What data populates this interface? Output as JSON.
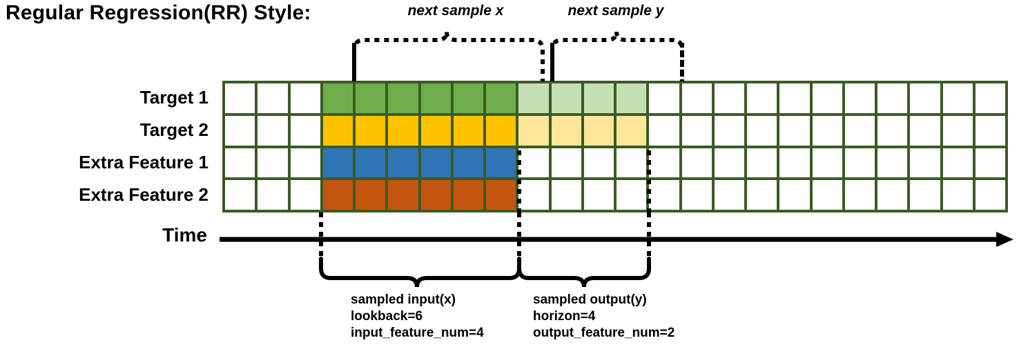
{
  "title": "Regular Regression(RR) Style:",
  "row_labels": [
    "Target 1",
    "Target 2",
    "Extra Feature 1",
    "Extra Feature 2"
  ],
  "time_axis": {
    "label": "Time",
    "direction": "right-arrow"
  },
  "top_braces": [
    {
      "label": "next sample x"
    },
    {
      "label": "next sample y"
    }
  ],
  "bottom_braces": [
    {
      "title": "sampled input(x)",
      "line2": "lookback=6",
      "line3": "input_feature_num=4"
    },
    {
      "title": "sampled output(y)",
      "line2": "horizon=4",
      "line3": "output_feature_num=2"
    }
  ],
  "grid": {
    "columns": 24,
    "rows": 4,
    "input_start_col": 3,
    "input_end_col": 9,
    "output_start_col": 9,
    "output_end_col": 13,
    "cells": [
      [
        "w",
        "w",
        "w",
        "g",
        "g",
        "g",
        "g",
        "g",
        "g",
        "gl",
        "gl",
        "gl",
        "gl",
        "w",
        "w",
        "w",
        "w",
        "w",
        "w",
        "w",
        "w",
        "w",
        "w",
        "w"
      ],
      [
        "w",
        "w",
        "w",
        "y",
        "y",
        "y",
        "y",
        "y",
        "y",
        "yl",
        "yl",
        "yl",
        "yl",
        "w",
        "w",
        "w",
        "w",
        "w",
        "w",
        "w",
        "w",
        "w",
        "w",
        "w"
      ],
      [
        "w",
        "w",
        "w",
        "b",
        "b",
        "b",
        "b",
        "b",
        "b",
        "w",
        "w",
        "w",
        "w",
        "w",
        "w",
        "w",
        "w",
        "w",
        "w",
        "w",
        "w",
        "w",
        "w",
        "w"
      ],
      [
        "w",
        "w",
        "w",
        "o",
        "o",
        "o",
        "o",
        "o",
        "o",
        "w",
        "w",
        "w",
        "w",
        "w",
        "w",
        "w",
        "w",
        "w",
        "w",
        "w",
        "w",
        "w",
        "w",
        "w"
      ]
    ]
  },
  "colors": {
    "border": "#3a5c21",
    "target1": "#6fae4b",
    "target1_light": "#c5e0b4",
    "target2": "#ffc200",
    "target2_light": "#ffe699",
    "extra_feature1": "#2e75b6",
    "extra_feature2": "#c4550f",
    "cell_empty": "#ffffff",
    "ink": "#000000"
  }
}
